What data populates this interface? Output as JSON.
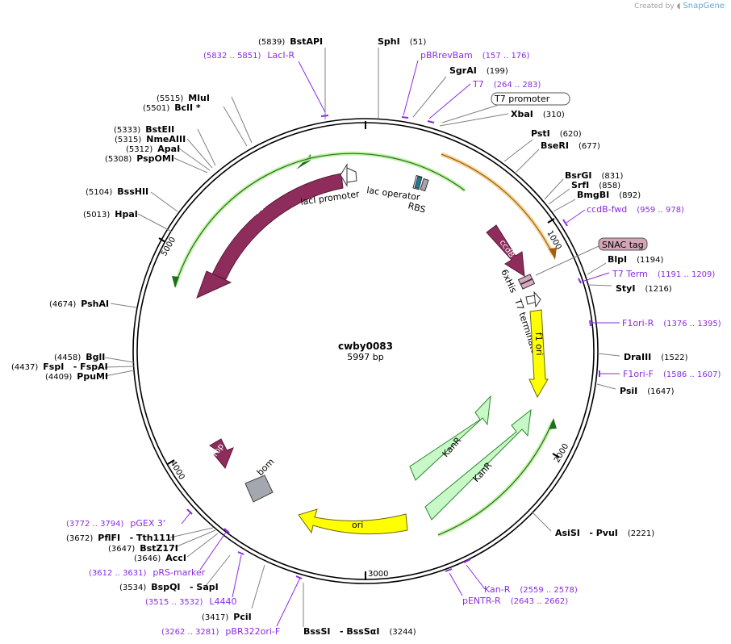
{
  "credit": {
    "prefix": "Created by",
    "brand": "SnapGene"
  },
  "plasmid": {
    "name": "cwby0083",
    "length": 5997,
    "length_label": "5997 bp"
  },
  "tick_labels": [
    "1000",
    "2000",
    "3000",
    "4000",
    "5000"
  ],
  "enzymes": [
    {
      "key": "bstapi",
      "name": "BstAPI",
      "pos": "(5839)"
    },
    {
      "key": "sphi",
      "name": "SphI",
      "pos": "(51)"
    },
    {
      "key": "sgrai",
      "name": "SgrAI",
      "pos": "(199)"
    },
    {
      "key": "xbai",
      "name": "XbaI",
      "pos": "(310)"
    },
    {
      "key": "psti",
      "name": "PstI",
      "pos": "(620)"
    },
    {
      "key": "bseri",
      "name": "BseRI",
      "pos": "(677)"
    },
    {
      "key": "bsrgi",
      "name": "BsrGI",
      "pos": "(831)"
    },
    {
      "key": "srfi",
      "name": "SrfI",
      "pos": "(858)"
    },
    {
      "key": "bmgbi",
      "name": "BmgBI",
      "pos": "(892)"
    },
    {
      "key": "blpi",
      "name": "BlpI",
      "pos": "(1194)"
    },
    {
      "key": "styi",
      "name": "StyI",
      "pos": "(1216)"
    },
    {
      "key": "draiii",
      "name": "DraIII",
      "pos": "(1522)"
    },
    {
      "key": "psii",
      "name": "PsiI",
      "pos": "(1647)"
    },
    {
      "key": "asisi",
      "name": "AsiSI   - PvuI",
      "pos": "(2221)"
    },
    {
      "key": "bsssi",
      "name": "BssSI   - BssSαI",
      "pos": "(3244)"
    },
    {
      "key": "pcii",
      "name": "PciI",
      "pos": "(3417)"
    },
    {
      "key": "bspqi",
      "name": "BspQI   - SapI",
      "pos": "(3534)"
    },
    {
      "key": "acci",
      "name": "AccI",
      "pos": "(3646)"
    },
    {
      "key": "bstz17i",
      "name": "BstZ17I",
      "pos": "(3647)"
    },
    {
      "key": "pflfi",
      "name": "PflFI   - Tth111I",
      "pos": "(3672)"
    },
    {
      "key": "ppumi",
      "name": "PpuMI",
      "pos": "(4409)"
    },
    {
      "key": "fspi",
      "name": "FspI   - FspAI",
      "pos": "(4437)"
    },
    {
      "key": "bgli",
      "name": "BglI",
      "pos": "(4458)"
    },
    {
      "key": "pshai",
      "name": "PshAI",
      "pos": "(4674)"
    },
    {
      "key": "hpai",
      "name": "HpaI",
      "pos": "(5013)"
    },
    {
      "key": "bsshii",
      "name": "BssHII",
      "pos": "(5104)"
    },
    {
      "key": "pspomi",
      "name": "PspOMI",
      "pos": "(5308)"
    },
    {
      "key": "apai",
      "name": "ApaI",
      "pos": "(5312)"
    },
    {
      "key": "nmeaiii",
      "name": "NmeAIII",
      "pos": "(5315)"
    },
    {
      "key": "bsteii",
      "name": "BstEII",
      "pos": "(5333)"
    },
    {
      "key": "bcli",
      "name": "BclI *",
      "pos": "(5501)"
    },
    {
      "key": "mlui",
      "name": "MluI",
      "pos": "(5515)"
    }
  ],
  "primers": [
    {
      "key": "laci-r",
      "name": "LacI-R",
      "range": "(5832 .. 5851)"
    },
    {
      "key": "pbrrevbam",
      "name": "pBRrevBam",
      "range": "(157 .. 176)"
    },
    {
      "key": "t7",
      "name": "T7",
      "range": "(264 .. 283)"
    },
    {
      "key": "ccdb-fwd",
      "name": "ccdB-fwd",
      "range": "(959 .. 978)"
    },
    {
      "key": "t7-term",
      "name": "T7 Term",
      "range": "(1191 .. 1209)"
    },
    {
      "key": "f1ori-r",
      "name": "F1ori-R",
      "range": "(1376 .. 1395)"
    },
    {
      "key": "f1ori-f",
      "name": "F1ori-F",
      "range": "(1586 .. 1607)"
    },
    {
      "key": "kan-r",
      "name": "Kan-R",
      "range": "(2559 .. 2578)"
    },
    {
      "key": "pentr-r",
      "name": "pENTR-R",
      "range": "(2643 .. 2662)"
    },
    {
      "key": "pbr322ori-f",
      "name": "pBR322ori-F",
      "range": "(3262 .. 3281)"
    },
    {
      "key": "l4440",
      "name": "L4440",
      "range": "(3515 .. 3532)"
    },
    {
      "key": "prs-marker",
      "name": "pRS-marker",
      "range": "(3612 .. 3631)"
    },
    {
      "key": "pgex3",
      "name": "pGEX 3'",
      "range": "(3772 .. 3794)"
    }
  ],
  "boxed_labels": [
    {
      "key": "t7-promoter",
      "text": "T7 promoter"
    },
    {
      "key": "snac-tag",
      "text": "SNAC tag"
    }
  ],
  "feature_labels": [
    {
      "key": "laci",
      "text": "lacI"
    },
    {
      "key": "laci-promoter",
      "text": "lacI promoter"
    },
    {
      "key": "lac-operator",
      "text": "lac operator"
    },
    {
      "key": "rbs",
      "text": "RBS"
    },
    {
      "key": "ccdb",
      "text": "ccdB"
    },
    {
      "key": "6xhis",
      "text": "6xHis"
    },
    {
      "key": "t7-terminator",
      "text": "T7 terminator"
    },
    {
      "key": "f1-ori",
      "text": "f1 ori"
    },
    {
      "key": "kanr-inner",
      "text": "KanR"
    },
    {
      "key": "kanr-outer",
      "text": "KanR"
    },
    {
      "key": "ori",
      "text": "ori"
    },
    {
      "key": "rop",
      "text": "rop"
    },
    {
      "key": "bom",
      "text": "bom"
    }
  ],
  "colors": {
    "backbone": "#000000",
    "enzyme_line": "#808080",
    "primer": "#8a2be2",
    "laci": "#8e2c5c",
    "ccdb": "#8e2c5c",
    "rop": "#8e2c5c",
    "f1_ori": "#ffff00",
    "ori": "#ffff00",
    "kanr": "#c8f7c8",
    "orf_green": "#7ed957",
    "orf_orange": "#f5a623",
    "bom": "#a3a8b0",
    "his_tag": "#d8a8c0",
    "snac_box": "#d4a5b8"
  }
}
